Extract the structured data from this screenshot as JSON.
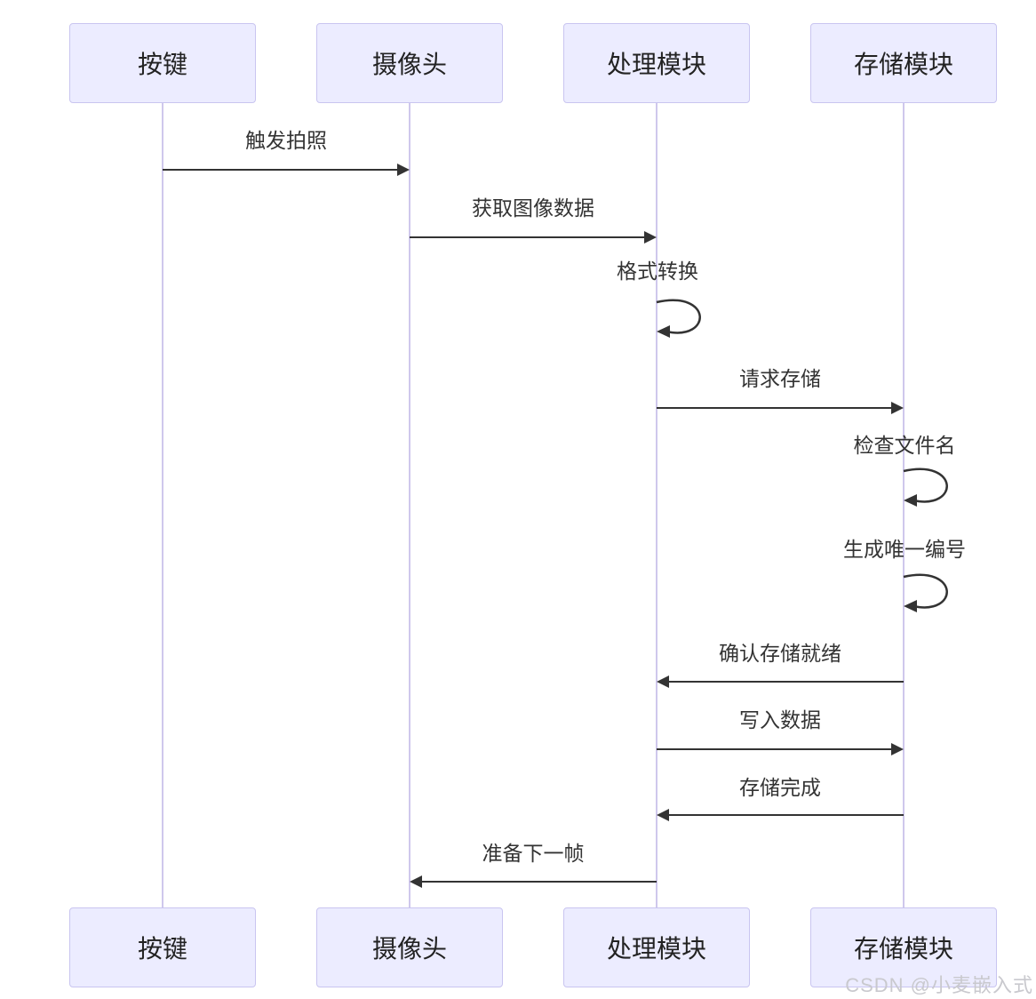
{
  "diagram": {
    "type": "sequence-diagram",
    "actors": [
      {
        "id": "button",
        "label": "按键"
      },
      {
        "id": "camera",
        "label": "摄像头"
      },
      {
        "id": "processing",
        "label": "处理模块"
      },
      {
        "id": "storage",
        "label": "存储模块"
      }
    ],
    "messages": [
      {
        "from": "按键",
        "to": "摄像头",
        "label": "触发拍照",
        "kind": "solid-arrow",
        "direction": "right"
      },
      {
        "from": "摄像头",
        "to": "处理模块",
        "label": "获取图像数据",
        "kind": "solid-arrow",
        "direction": "right"
      },
      {
        "actor": "处理模块",
        "label": "格式转换",
        "kind": "self-loop"
      },
      {
        "from": "处理模块",
        "to": "存储模块",
        "label": "请求存储",
        "kind": "solid-arrow",
        "direction": "right"
      },
      {
        "actor": "存储模块",
        "label": "检查文件名",
        "kind": "self-loop"
      },
      {
        "actor": "存储模块",
        "label": "生成唯一编号",
        "kind": "self-loop"
      },
      {
        "from": "存储模块",
        "to": "处理模块",
        "label": "确认存储就绪",
        "kind": "solid-arrow",
        "direction": "left"
      },
      {
        "from": "处理模块",
        "to": "存储模块",
        "label": "写入数据",
        "kind": "solid-arrow",
        "direction": "right"
      },
      {
        "from": "存储模块",
        "to": "处理模块",
        "label": "存储完成",
        "kind": "solid-arrow",
        "direction": "left"
      },
      {
        "from": "处理模块",
        "to": "摄像头",
        "label": "准备下一帧",
        "kind": "solid-arrow",
        "direction": "left"
      }
    ],
    "watermark": "CSDN @小麦嵌入式",
    "colors": {
      "background": "#ffffff",
      "actor_fill": "#ececff",
      "actor_border": "#c9c5f0",
      "lifeline": "#cfc8ec",
      "arrow": "#333333",
      "text": "#333333",
      "watermark": "#c9c9ce"
    }
  }
}
